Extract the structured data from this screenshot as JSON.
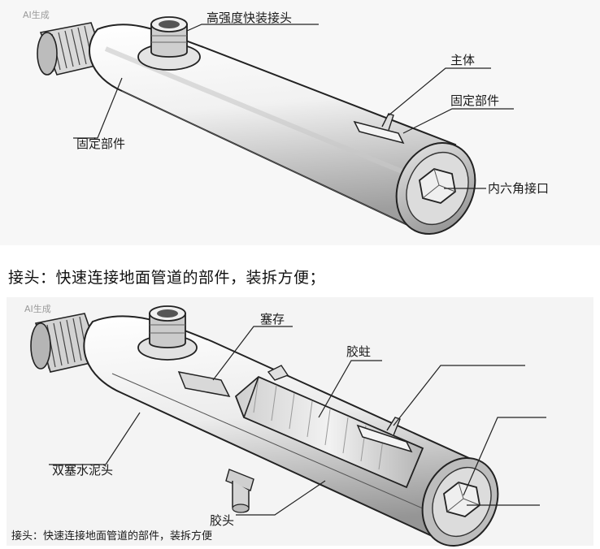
{
  "top": {
    "watermark": "AI生成",
    "labels": {
      "high_strength_joint": "高强度快装接头",
      "main_body": "主体",
      "fixing_part_right": "固定部件",
      "fixing_part_left": "固定部件",
      "hex_socket": "内六角接口"
    }
  },
  "middle_caption": "接头：快速连接地面管道的部件，装拆方便；",
  "bottom": {
    "watermark": "AI生成",
    "labels": {
      "plug": "塞存",
      "rubber_ring": "胶蛀",
      "double_plug_cement_head": "双塞水泥头",
      "rubber_head": "胶头"
    },
    "caption": "接头：快速连接地面管道的部件，装拆方便"
  }
}
